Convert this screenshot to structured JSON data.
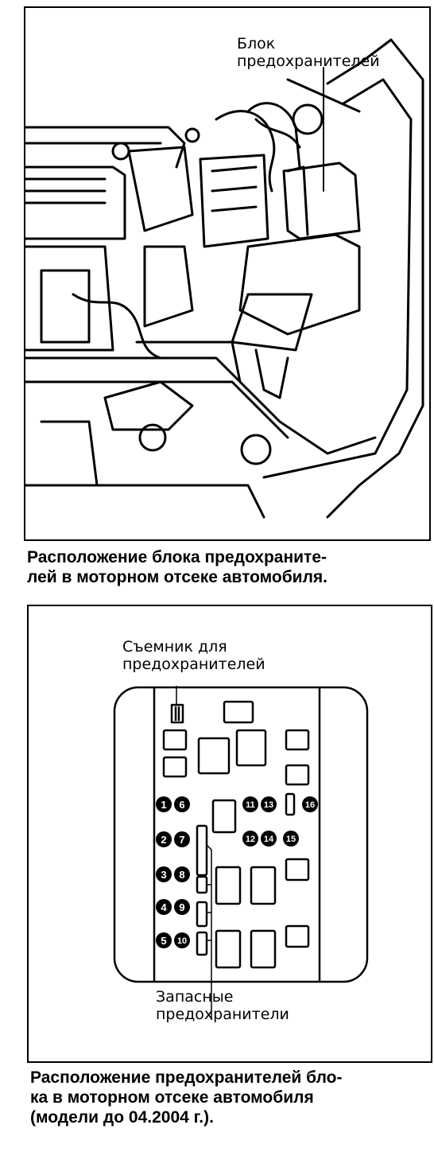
{
  "figure1": {
    "label_fuse_block": [
      "Блок",
      "предохранителей"
    ],
    "caption": [
      "Расположение блока предохраните-",
      "лей в моторном отсеке автомобиля."
    ]
  },
  "figure2": {
    "label_puller": [
      "Съемник для",
      "предохранителей"
    ],
    "label_spare": [
      "Запасные",
      "предохранители"
    ],
    "fuse_numbers": [
      "1",
      "2",
      "3",
      "4",
      "5",
      "6",
      "7",
      "8",
      "9",
      "10",
      "11",
      "12",
      "13",
      "14",
      "15",
      "16"
    ],
    "caption": [
      "Расположение предохранителей бло-",
      "ка в моторном отсеке автомобиля",
      "(модели до 04.2004 г.)."
    ]
  }
}
